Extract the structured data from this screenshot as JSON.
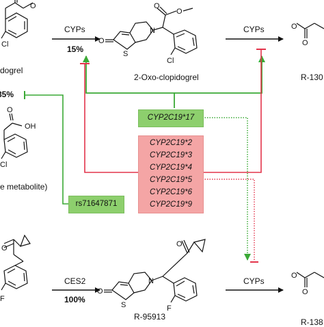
{
  "compounds": {
    "clopidogrel_label": "dogrel",
    "oxo_clopidogrel_label": "2-Oxo-clopidogrel",
    "r130964_label": "R-130",
    "active_metabolite_label": "e metabolite)",
    "r95913_label": "R-95913",
    "r138727_label": "R-138"
  },
  "reactions": {
    "step1_enzyme": "CYPs",
    "step1_percent": "15%",
    "step2_enzyme": "CYPs",
    "side_percent": "85%",
    "prasugrel_step1_enzyme": "CES2",
    "prasugrel_step1_percent": "100%",
    "prasugrel_step2_enzyme": "CYPs"
  },
  "variants": {
    "gain_of_function": "CYP2C19*17",
    "loss_of_function": [
      "CYP2C19*2",
      "CYP2C19*3",
      "CYP2C19*4",
      "CYP2C19*5",
      "CYP2C19*6",
      "CYP2C19*9"
    ],
    "snp": "rs71647871"
  },
  "colors": {
    "green": "#3aa935",
    "red": "#e3334a",
    "green_box": "#8dcf6d",
    "red_box": "#f4a5a5"
  }
}
